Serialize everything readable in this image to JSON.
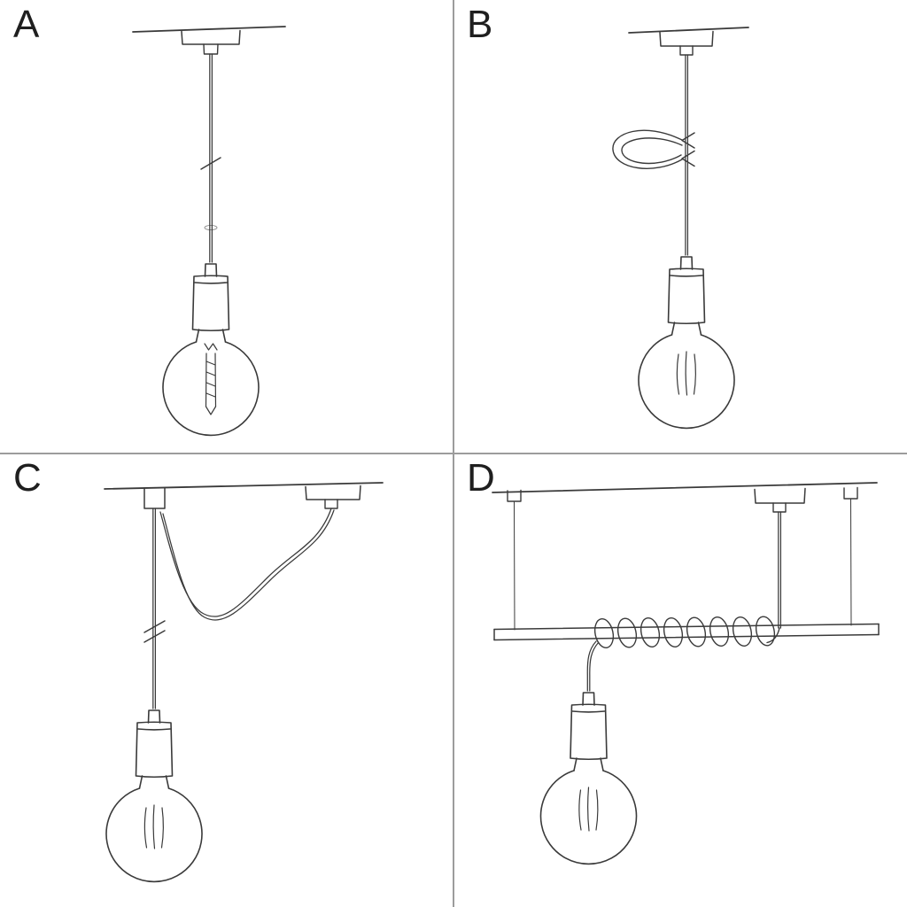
{
  "panels": [
    {
      "label": "A",
      "illustration": "pendant-lamp-straight-drop"
    },
    {
      "label": "B",
      "illustration": "pendant-lamp-cable-shortened-with-loop-clip"
    },
    {
      "label": "C",
      "illustration": "pendant-lamp-swag-cable-to-ceiling-hook"
    },
    {
      "label": "D",
      "illustration": "pendant-lamp-cable-wrapped-around-hanging-bar"
    }
  ],
  "colors": {
    "background": "#ffffff",
    "stroke": "#3a3a3a",
    "divider": "#9c9c9c",
    "label": "#1f1f1f"
  }
}
